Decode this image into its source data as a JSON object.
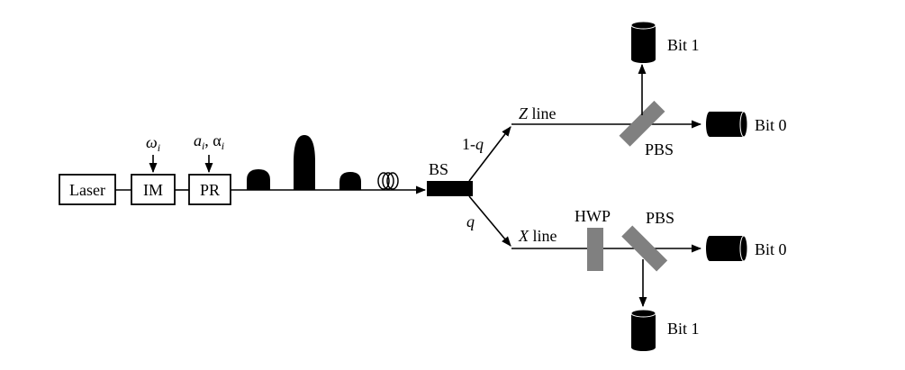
{
  "components": {
    "laser": "Laser",
    "im": "IM",
    "pr": "PR",
    "bs": "BS",
    "hwp": "HWP",
    "pbs_top": "PBS",
    "pbs_bottom": "PBS"
  },
  "inputs": {
    "im_param": "ωi",
    "pr_params": "ai, αi"
  },
  "branches": {
    "upper_ratio": "1-q",
    "lower_ratio": "q",
    "upper_line": "Z line",
    "lower_line": "X line"
  },
  "detectors": {
    "z_up": "Bit 1",
    "z_right": "Bit 0",
    "x_right": "Bit 0",
    "x_down": "Bit 1"
  },
  "colors": {
    "line": "#000000",
    "optics_gray": "#808080",
    "detector": "#000000"
  }
}
